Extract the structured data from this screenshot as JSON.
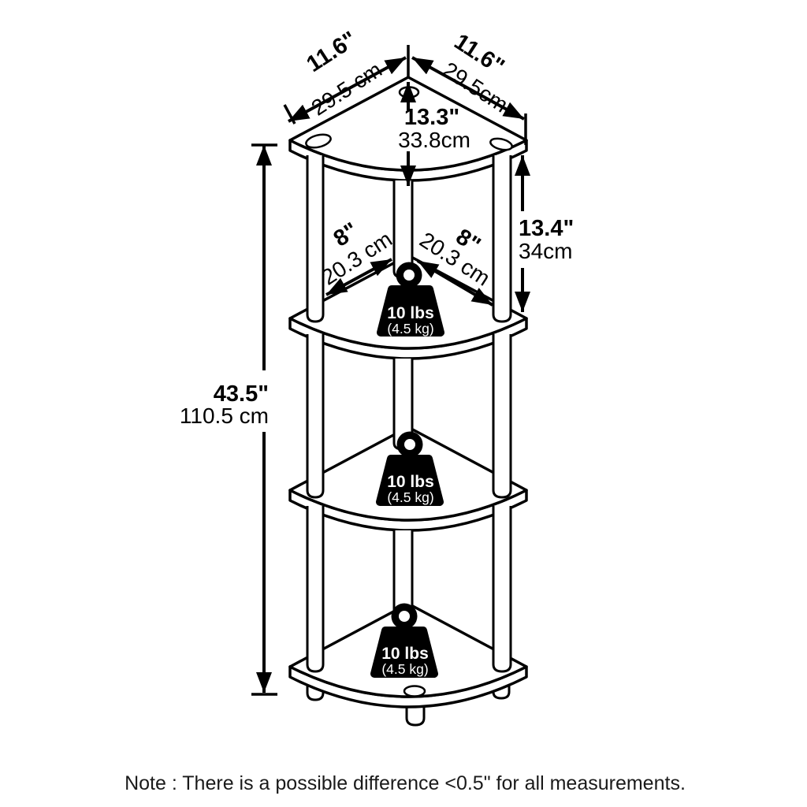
{
  "diagram": {
    "title": "4-tier corner shelf dimension diagram",
    "shelf_count": 4,
    "colors": {
      "background": "#ffffff",
      "line": "#000000",
      "note_text": "#1a1a1a",
      "weight_fill": "#000000",
      "weight_text": "#ffffff"
    }
  },
  "dimensions": {
    "top_edge_left": {
      "inches": "11.6\"",
      "cm": "29.5 cm"
    },
    "top_edge_right": {
      "inches": "11.6\"",
      "cm": "29.5cm"
    },
    "top_depth": {
      "inches": "13.3\"",
      "cm": "33.8cm"
    },
    "tier_clearance": {
      "inches": "13.4\"",
      "cm": "34cm"
    },
    "total_height": {
      "inches": "43.5\"",
      "cm": "110.5 cm"
    },
    "shelf_edge_left": {
      "inches": "8\"",
      "cm": "20.3 cm"
    },
    "shelf_edge_right": {
      "inches": "8\"",
      "cm": "20.3 cm"
    }
  },
  "weight_capacity": [
    {
      "lbs": "10 lbs",
      "kg": "(4.5 kg)"
    },
    {
      "lbs": "10 lbs",
      "kg": "(4.5 kg)"
    },
    {
      "lbs": "10 lbs",
      "kg": "(4.5 kg)"
    }
  ],
  "note": {
    "text": "Note : There is a possible difference <0.5\" for all measurements."
  }
}
